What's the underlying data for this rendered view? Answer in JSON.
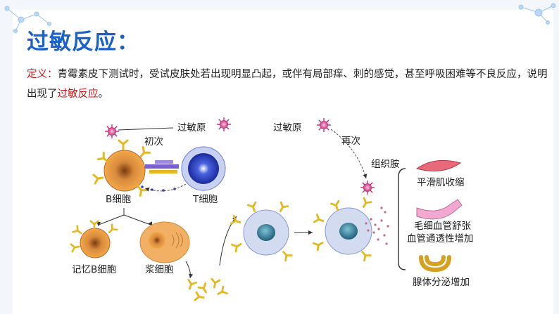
{
  "slide": {
    "title": "过敏反应：",
    "definition": {
      "label": "定义：",
      "text": "青霉素皮下测试时，受试皮肤处若出现明显凸起，或伴有局部痒、刺的感觉，甚至呼吸困难等不良反应，说明出现了",
      "highlight": "过敏反应",
      "end": "。"
    }
  },
  "diagram": {
    "allergen_left": "过敏原",
    "first_time": "初次",
    "b_cell": "B细胞",
    "t_cell": "T细胞",
    "memory_b_cell": "记忆B细胞",
    "plasma_cell": "浆细胞",
    "allergen_right": "过敏原",
    "second_time": "再次",
    "histamine": "组织胺",
    "effects": [
      "平滑肌收缩",
      "毛细血管舒张",
      "血管通透性增加",
      "腺体分泌增加"
    ]
  },
  "colors": {
    "title": "#1a62c9",
    "highlight": "#d01010",
    "b_cell": "#e8963a",
    "t_cell": "#2a3fbf",
    "target_cell": "#c8d2ec",
    "antibody": "#e8c23a",
    "allergen": "#d9509a"
  }
}
